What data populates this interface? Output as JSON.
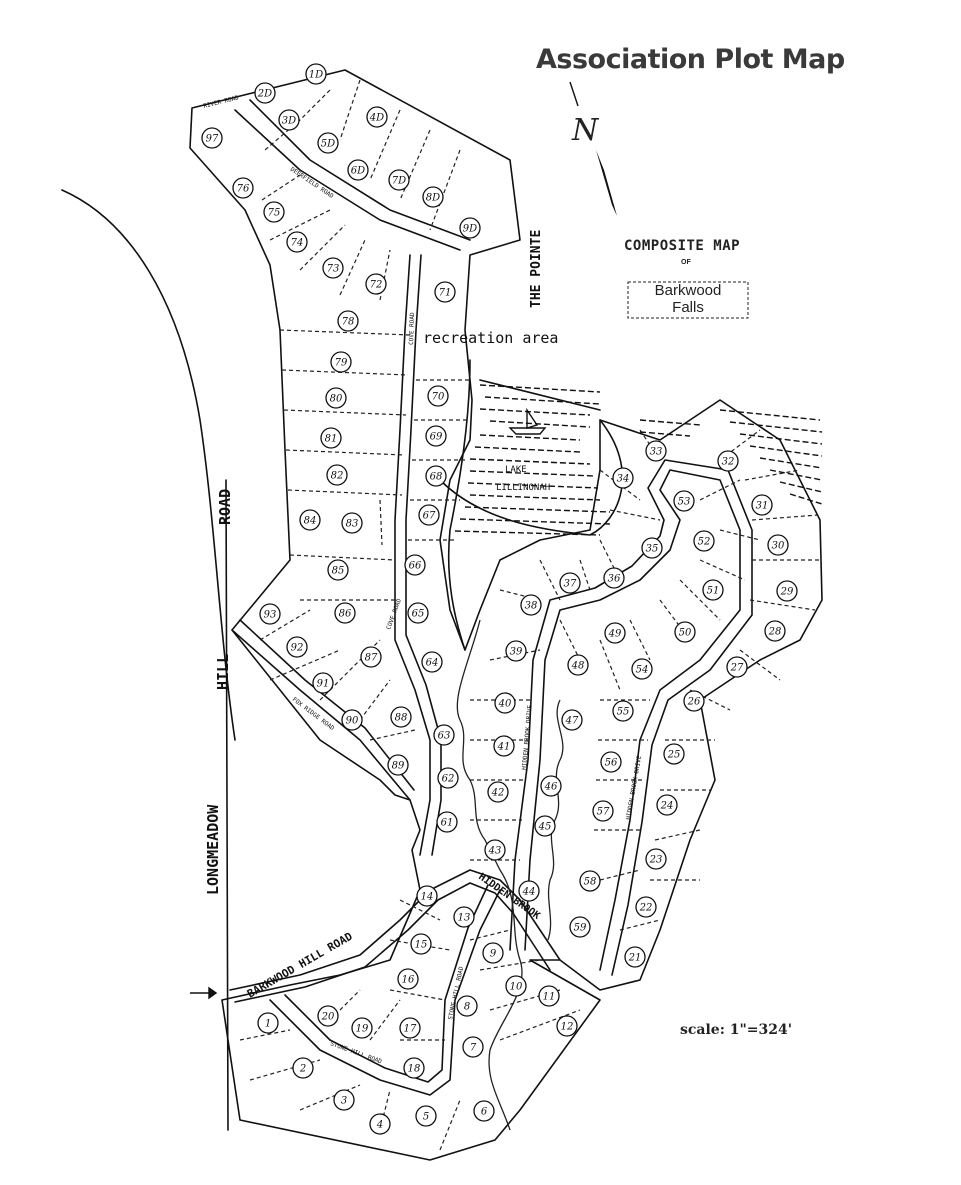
{
  "title": "Association Plot Map",
  "composite": "COMPOSITE MAP",
  "of": "OF",
  "logo_line1": "Barkwood",
  "logo_line2": "Falls",
  "scale": "scale: 1\"=324'",
  "north": "N",
  "labels": {
    "recreation": "recreation area",
    "the_pointe": "THE POINTE",
    "lake": "LAKE",
    "lake2": "LILLINONAH",
    "longmeadow": "LONGMEADOW",
    "hill": "HILL",
    "road": "ROAD",
    "cove_road": "COVE ROAD",
    "cove_road2": "COVE ROAD",
    "hidden_brook_drive": "HIDDEN BROOK DRIVE",
    "hidden_brook_drive2": "HIDDEN BROOK DRIVE",
    "hidden_brook": "HIDDEN BROOK",
    "barkwood_hill_road": "BARKWOOD HILL ROAD",
    "stone_hill_road": "STONE HILL ROAD",
    "stone_hill_road2": "STONE HILL ROAD",
    "fox_ridge_road": "FOX RIDGE ROAD",
    "deerfield_road": "DEERFIELD ROAD",
    "river_road": "RIVER ROAD"
  },
  "lots": [
    {
      "id": "1D"
    },
    {
      "id": "2D"
    },
    {
      "id": "3D"
    },
    {
      "id": "4D"
    },
    {
      "id": "5D"
    },
    {
      "id": "6D"
    },
    {
      "id": "7D"
    },
    {
      "id": "8D"
    },
    {
      "id": "9D"
    },
    {
      "id": "97"
    },
    {
      "id": "76"
    },
    {
      "id": "75"
    },
    {
      "id": "74"
    },
    {
      "id": "73"
    },
    {
      "id": "72"
    },
    {
      "id": "71"
    },
    {
      "id": "78"
    },
    {
      "id": "79"
    },
    {
      "id": "80"
    },
    {
      "id": "81"
    },
    {
      "id": "82"
    },
    {
      "id": "84"
    },
    {
      "id": "83"
    },
    {
      "id": "70"
    },
    {
      "id": "69"
    },
    {
      "id": "68"
    },
    {
      "id": "67"
    },
    {
      "id": "66"
    },
    {
      "id": "85"
    },
    {
      "id": "86"
    },
    {
      "id": "65"
    },
    {
      "id": "93"
    },
    {
      "id": "92"
    },
    {
      "id": "87"
    },
    {
      "id": "64"
    },
    {
      "id": "91"
    },
    {
      "id": "90"
    },
    {
      "id": "88"
    },
    {
      "id": "89"
    },
    {
      "id": "63"
    },
    {
      "id": "62"
    },
    {
      "id": "61"
    },
    {
      "id": "40"
    },
    {
      "id": "41"
    },
    {
      "id": "42"
    },
    {
      "id": "43"
    },
    {
      "id": "44"
    },
    {
      "id": "39"
    },
    {
      "id": "38"
    },
    {
      "id": "37"
    },
    {
      "id": "36"
    },
    {
      "id": "35"
    },
    {
      "id": "34"
    },
    {
      "id": "33"
    },
    {
      "id": "32"
    },
    {
      "id": "31"
    },
    {
      "id": "30"
    },
    {
      "id": "29"
    },
    {
      "id": "28"
    },
    {
      "id": "27"
    },
    {
      "id": "26"
    },
    {
      "id": "25"
    },
    {
      "id": "24"
    },
    {
      "id": "23"
    },
    {
      "id": "22"
    },
    {
      "id": "21"
    },
    {
      "id": "53"
    },
    {
      "id": "52"
    },
    {
      "id": "51"
    },
    {
      "id": "50"
    },
    {
      "id": "49"
    },
    {
      "id": "48"
    },
    {
      "id": "54"
    },
    {
      "id": "55"
    },
    {
      "id": "47"
    },
    {
      "id": "56"
    },
    {
      "id": "46"
    },
    {
      "id": "57"
    },
    {
      "id": "45"
    },
    {
      "id": "58"
    },
    {
      "id": "59"
    },
    {
      "id": "14"
    },
    {
      "id": "13"
    },
    {
      "id": "15"
    },
    {
      "id": "16"
    },
    {
      "id": "9"
    },
    {
      "id": "10"
    },
    {
      "id": "11"
    },
    {
      "id": "12"
    },
    {
      "id": "8"
    },
    {
      "id": "7"
    },
    {
      "id": "17"
    },
    {
      "id": "18"
    },
    {
      "id": "19"
    },
    {
      "id": "20"
    },
    {
      "id": "1"
    },
    {
      "id": "2"
    },
    {
      "id": "3"
    },
    {
      "id": "4"
    },
    {
      "id": "5"
    },
    {
      "id": "6"
    }
  ]
}
